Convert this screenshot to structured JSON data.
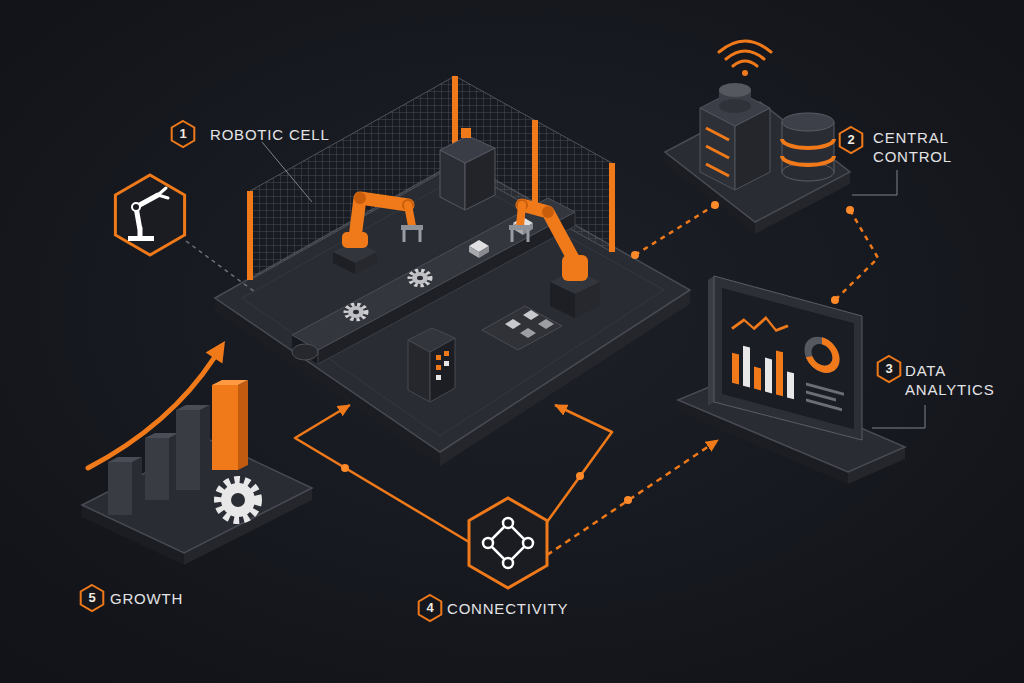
{
  "diagram": {
    "nodes": [
      {
        "text": [
          "ROBOTIC CELL"
        ]
      },
      {
        "text": [
          "CENTRAL CONTROL"
        ]
      },
      {
        "text": [
          "DATA ANALYTICS"
        ]
      },
      {
        "text": [
          "CONNECTIVITY"
        ]
      },
      {
        "text": [
          "GROWTH"
        ]
      }
    ],
    "edges": [
      {
        "from": 0,
        "to": 1,
        "arrow": "none"
      },
      {
        "from": 1,
        "to": 2,
        "arrow": "none"
      },
      {
        "from": 3,
        "to": 0,
        "arrow": "to"
      },
      {
        "from": 3,
        "to": 0,
        "arrow": "to"
      },
      {
        "from": 3,
        "to": 2,
        "arrow": "to"
      }
    ],
    "labels": [
      "1",
      "2",
      "3",
      "4",
      "5"
    ]
  }
}
